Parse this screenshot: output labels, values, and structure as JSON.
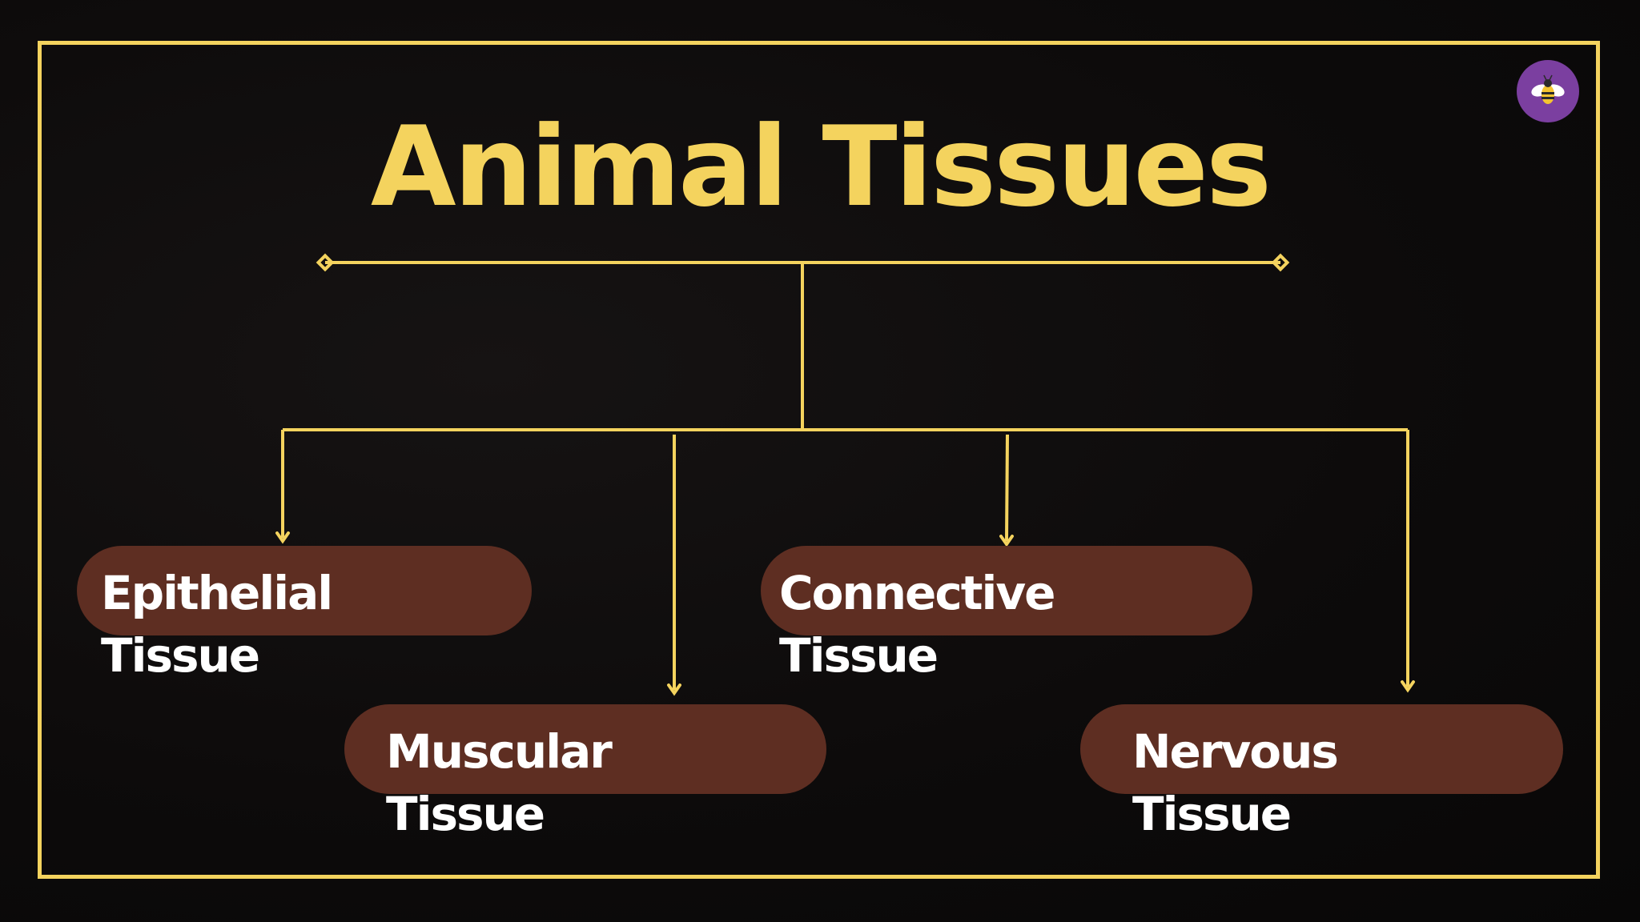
{
  "title": "Animal Tissues",
  "colors": {
    "accent": "#f4d35e",
    "pill": "#5e2e22",
    "background": "#0c0a0a",
    "text": "#ffffff",
    "logo_bg": "#7b3fa0"
  },
  "logo": {
    "icon": "bee-icon"
  },
  "nodes": [
    {
      "id": "epithelial",
      "line1": "Epithelial",
      "line2": "Tissue"
    },
    {
      "id": "muscular",
      "line1": "Muscular",
      "line2": "Tissue"
    },
    {
      "id": "connective",
      "line1": "Connective",
      "line2": "Tissue"
    },
    {
      "id": "nervous",
      "line1": "Nervous",
      "line2": "Tissue"
    }
  ]
}
